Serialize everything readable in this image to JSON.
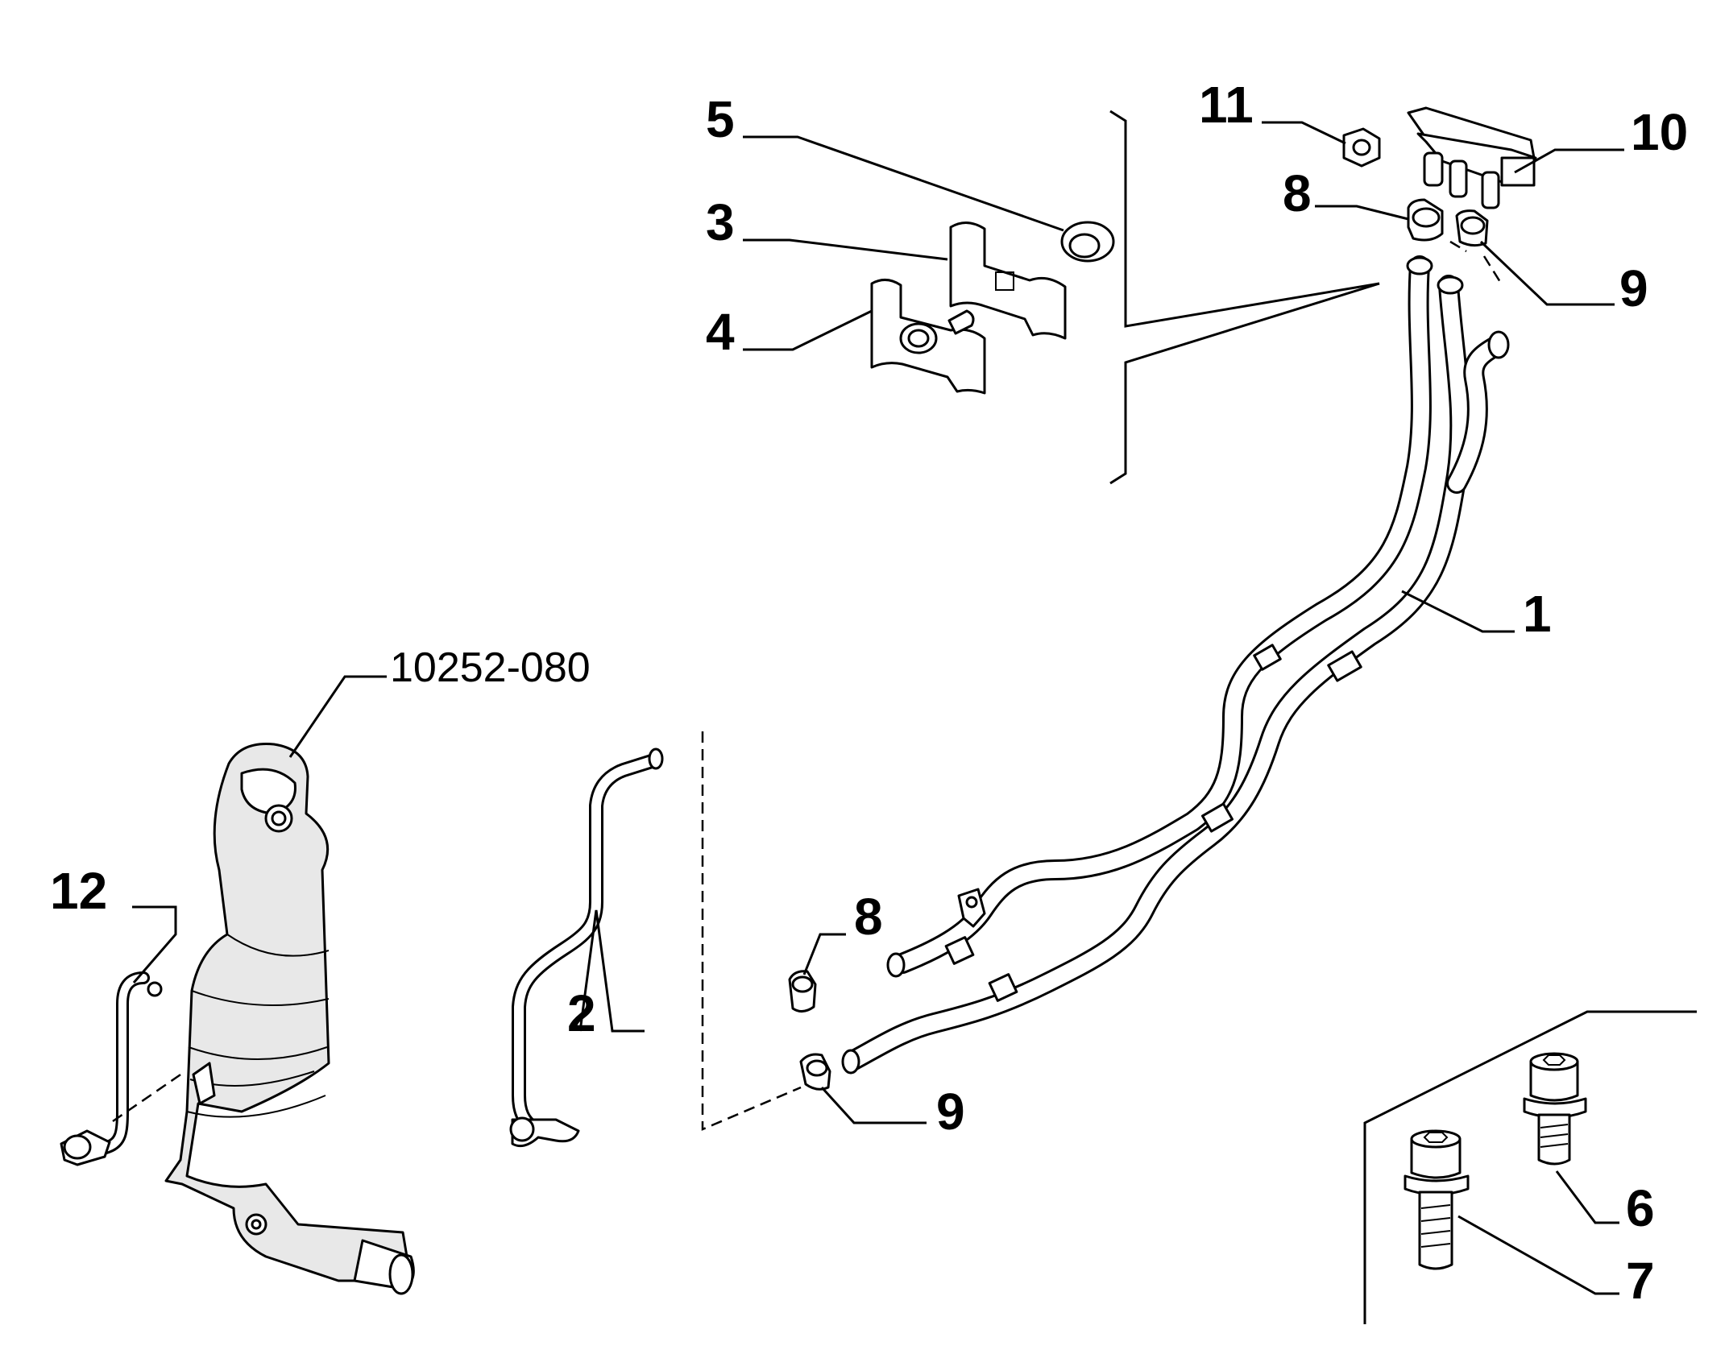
{
  "diagram": {
    "callouts": {
      "c1": "1",
      "c2": "2",
      "c3": "3",
      "c4": "4",
      "c5": "5",
      "c6": "6",
      "c7": "7",
      "c8_top": "8",
      "c8_bottom": "8",
      "c9_top": "9",
      "c9_bottom": "9",
      "c10": "10",
      "c11": "11",
      "c12": "12"
    },
    "reference": "10252-080"
  }
}
